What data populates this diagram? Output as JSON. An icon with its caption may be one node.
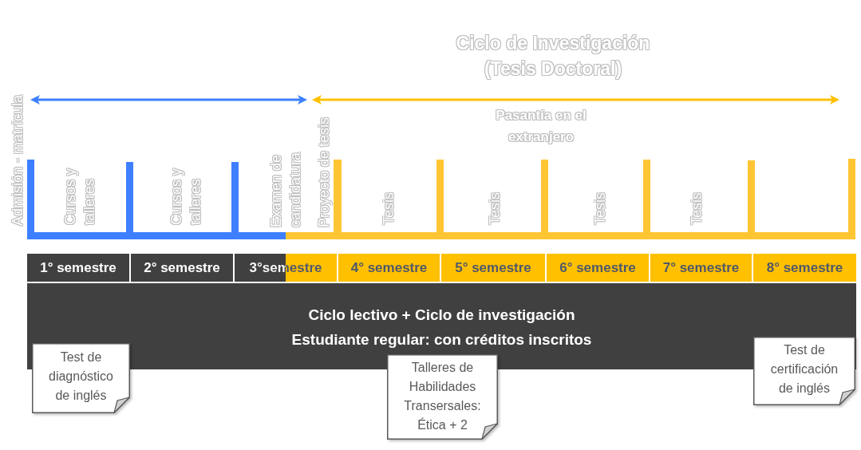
{
  "diagram": {
    "nodes": [
      {
        "text": [
          "1° semestre"
        ]
      },
      {
        "text": [
          "2° semestre"
        ]
      },
      {
        "text": [
          "3°semestre"
        ]
      },
      {
        "text": [
          "4° semestre"
        ]
      },
      {
        "text": [
          "5° semestre"
        ]
      },
      {
        "text": [
          "6° semestre"
        ]
      },
      {
        "text": [
          "7° semestre"
        ]
      },
      {
        "text": [
          "8° semestre"
        ]
      },
      {
        "text": [
          "Ciclo lectivo + Ciclo de investigación",
          "Estudiante regular: con créditos inscritos"
        ]
      },
      {
        "text": [
          "Test de diagnóstico de inglés"
        ]
      },
      {
        "text": [
          "Talleres de Habilidades Transersales: Ética + 2"
        ]
      },
      {
        "text": [
          "Test de certificación de inglés"
        ]
      }
    ],
    "labels": [
      "Ciclo de Investigación (Tesis Doctoral)",
      "Pasantía en el extranjero",
      "Admisión - matrícula",
      "Cursos y talleres",
      "Cursos y talleres",
      "Examen de candidatura",
      "Proyecto de tesis",
      "Tesis",
      "Tesis",
      "Tesis",
      "Tesis"
    ]
  }
}
